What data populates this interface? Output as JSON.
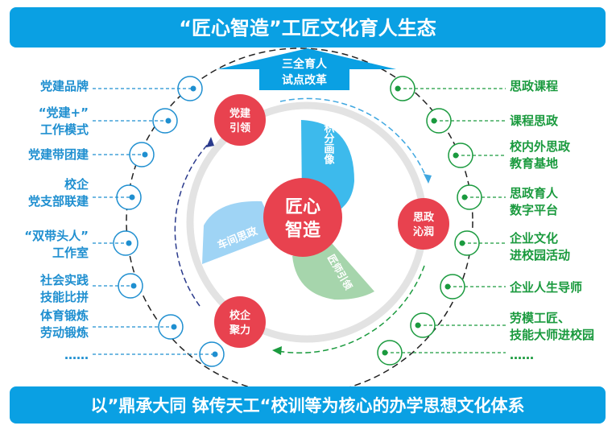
{
  "header": {
    "title": "“匠心智造”工匠文化育人生态"
  },
  "arrow": {
    "line1": "三全育人",
    "line2": "试点改革"
  },
  "footer": {
    "title": "以”鼎承大同 钵传天工“校训等为核心的办学思想文化体系"
  },
  "center": {
    "line1": "匠心",
    "line2": "智造"
  },
  "petals": [
    "积分画像",
    "车间思政",
    "匠师引领"
  ],
  "nodes": [
    {
      "line1": "党建",
      "line2": "引领"
    },
    {
      "line1": "思政",
      "line2": "沁润"
    },
    {
      "line1": "校企",
      "line2": "聚力"
    }
  ],
  "left_items": [
    [
      "党建品牌"
    ],
    [
      "“党建+”",
      "工作模式"
    ],
    [
      "党建带团建"
    ],
    [
      "校企",
      "党支部联建"
    ],
    [
      "“双带头人”",
      "工作室"
    ],
    [
      "社会实践",
      "技能比拼"
    ],
    [
      "体育锻炼",
      "劳动锻炼"
    ],
    [
      "……"
    ]
  ],
  "right_items": [
    [
      "思政课程"
    ],
    [
      "课程思政"
    ],
    [
      "校内外思政",
      "教育基地"
    ],
    [
      "思政育人",
      "数字平台"
    ],
    [
      "企业文化",
      "进校园活动"
    ],
    [
      "企业人生导师"
    ],
    [
      "劳模工匠、",
      "技能大师进校园"
    ],
    [
      "……"
    ]
  ],
  "colors": {
    "blue": "#0aa0e3",
    "red": "#e8424f",
    "green": "#1a9a3e",
    "leftblue": "#1f8fd0",
    "navy": "#2a3a8c"
  }
}
